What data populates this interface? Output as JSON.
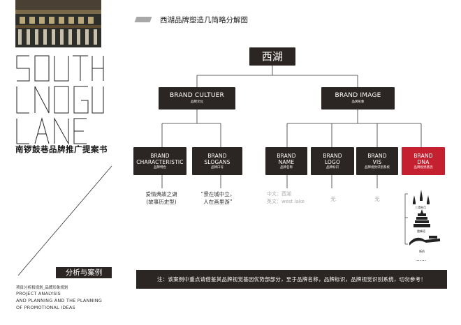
{
  "header": {
    "title": "西湖品牌塑造几简略分解图"
  },
  "left_panel": {
    "logo_lines": [
      "SOUTH",
      "LNOGU",
      "LANE"
    ],
    "brand_cn": "南锣鼓巷品牌推广提案书",
    "section_tag": "分析与案例",
    "caption_cn": "项目分析和规划_品牌形象规划",
    "caption_en": [
      "PROJECT ANALYSIS",
      "AND PLANNING AND THE PLANNING",
      "OF PROMOTIONAL IDEAS"
    ]
  },
  "tree": {
    "root": "西湖",
    "cultuer": {
      "title": "BRAND CULTUER",
      "sub": "品牌文化"
    },
    "image": {
      "title": "BRAND IMAGE",
      "sub": "品牌形象"
    },
    "characteristic": {
      "title": "BRAND\nCHARACTERISTIC",
      "sub": "品牌特色",
      "leaf": "爱情典故之湖\n(故事历史型)"
    },
    "slogans": {
      "title": "BRAND\nSLOGANS",
      "sub": "品牌口号",
      "leaf": "“景在城中立，\n人在画里游”"
    },
    "name": {
      "title": "BRAND\nNAME",
      "sub": "品牌名称",
      "leaf": "中文：西湖\n英文：west lake"
    },
    "logo": {
      "title": "BRAND\nLOGO",
      "sub": "品牌标识",
      "leaf": "无"
    },
    "vis": {
      "title": "BRAND\nVIS",
      "sub": "品牌视觉识别系统",
      "leaf": "无"
    },
    "dna": {
      "title": "BRAND\nDNA",
      "sub": "品牌视觉基因",
      "labels": [
        "三潭映月",
        "雷峰塔",
        "断桥"
      ],
      "ellipsis": "……"
    }
  },
  "note": "注：该案例中重点请借鉴其品牌视觉基因优势部部分，至于品牌名称，品牌标识，品牌视觉识别系统，切勿参考！",
  "colors": {
    "node": "#2b2523",
    "accent": "#c4202f",
    "muted": "#a9a9a9"
  }
}
